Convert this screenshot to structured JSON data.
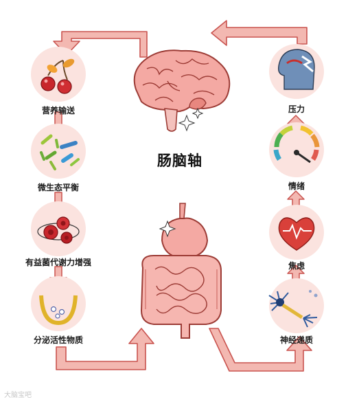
{
  "title": "肠脑轴",
  "left_column": [
    {
      "label": "营养输送",
      "icon": "cherries-icon"
    },
    {
      "label": "微生态平衡",
      "icon": "bacteria-icon"
    },
    {
      "label": "有益菌代谢力增强",
      "icon": "red-blood-cells-icon"
    },
    {
      "label": "分泌活性物质",
      "icon": "secretion-cell-icon"
    }
  ],
  "right_column": [
    {
      "label": "压力",
      "icon": "stressed-head-icon"
    },
    {
      "label": "情绪",
      "icon": "emotion-gauge-icon"
    },
    {
      "label": "焦虑",
      "icon": "heart-pulse-icon"
    },
    {
      "label": "神经递质",
      "icon": "neuron-icon"
    }
  ],
  "center_top": "brain-icon",
  "center_bottom": "gut-icon",
  "watermark": "大脑宝吧",
  "colors": {
    "arrow": "#d96b6b",
    "arrow_fill": "#f2b5b0",
    "circle": "#fbe3df"
  }
}
